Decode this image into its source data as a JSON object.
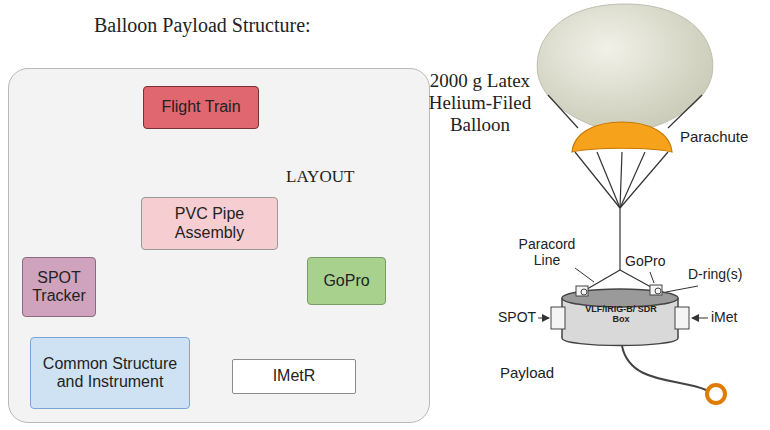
{
  "diagram": {
    "title": "Balloon Payload Structure:",
    "nodes": [
      {
        "text": [
          "LAYOUT"
        ]
      },
      {
        "text": [
          "Flight Train"
        ],
        "in": 0
      },
      {
        "text": [
          "PVC Pipe Assembly"
        ],
        "in": 0
      },
      {
        "text": [
          "SPOT Tracker"
        ],
        "in": 0
      },
      {
        "text": [
          "GoPro"
        ],
        "in": 0
      },
      {
        "text": [
          "Common Structure and Instrument"
        ],
        "in": 0
      },
      {
        "text": [
          "IMetR"
        ],
        "in": 0
      }
    ],
    "edges": [
      {
        "from": 2,
        "to": 1,
        "arrow": "to"
      },
      {
        "from": 3,
        "to": 2,
        "arrow": "to"
      },
      {
        "from": 4,
        "to": 2,
        "arrow": "to"
      },
      {
        "from": 5,
        "to": 2,
        "arrow": "to"
      },
      {
        "from": 6,
        "to": 2,
        "arrow": "to"
      }
    ],
    "labels": [
      "2000 g Latex Helium-Filed Balloon",
      "Parachute",
      "Paracord Line",
      "GoPro",
      "D-ring(s)",
      "SPOT",
      "iMet",
      "Payload",
      "VLF/IRIG-B/ SDR Box"
    ]
  }
}
